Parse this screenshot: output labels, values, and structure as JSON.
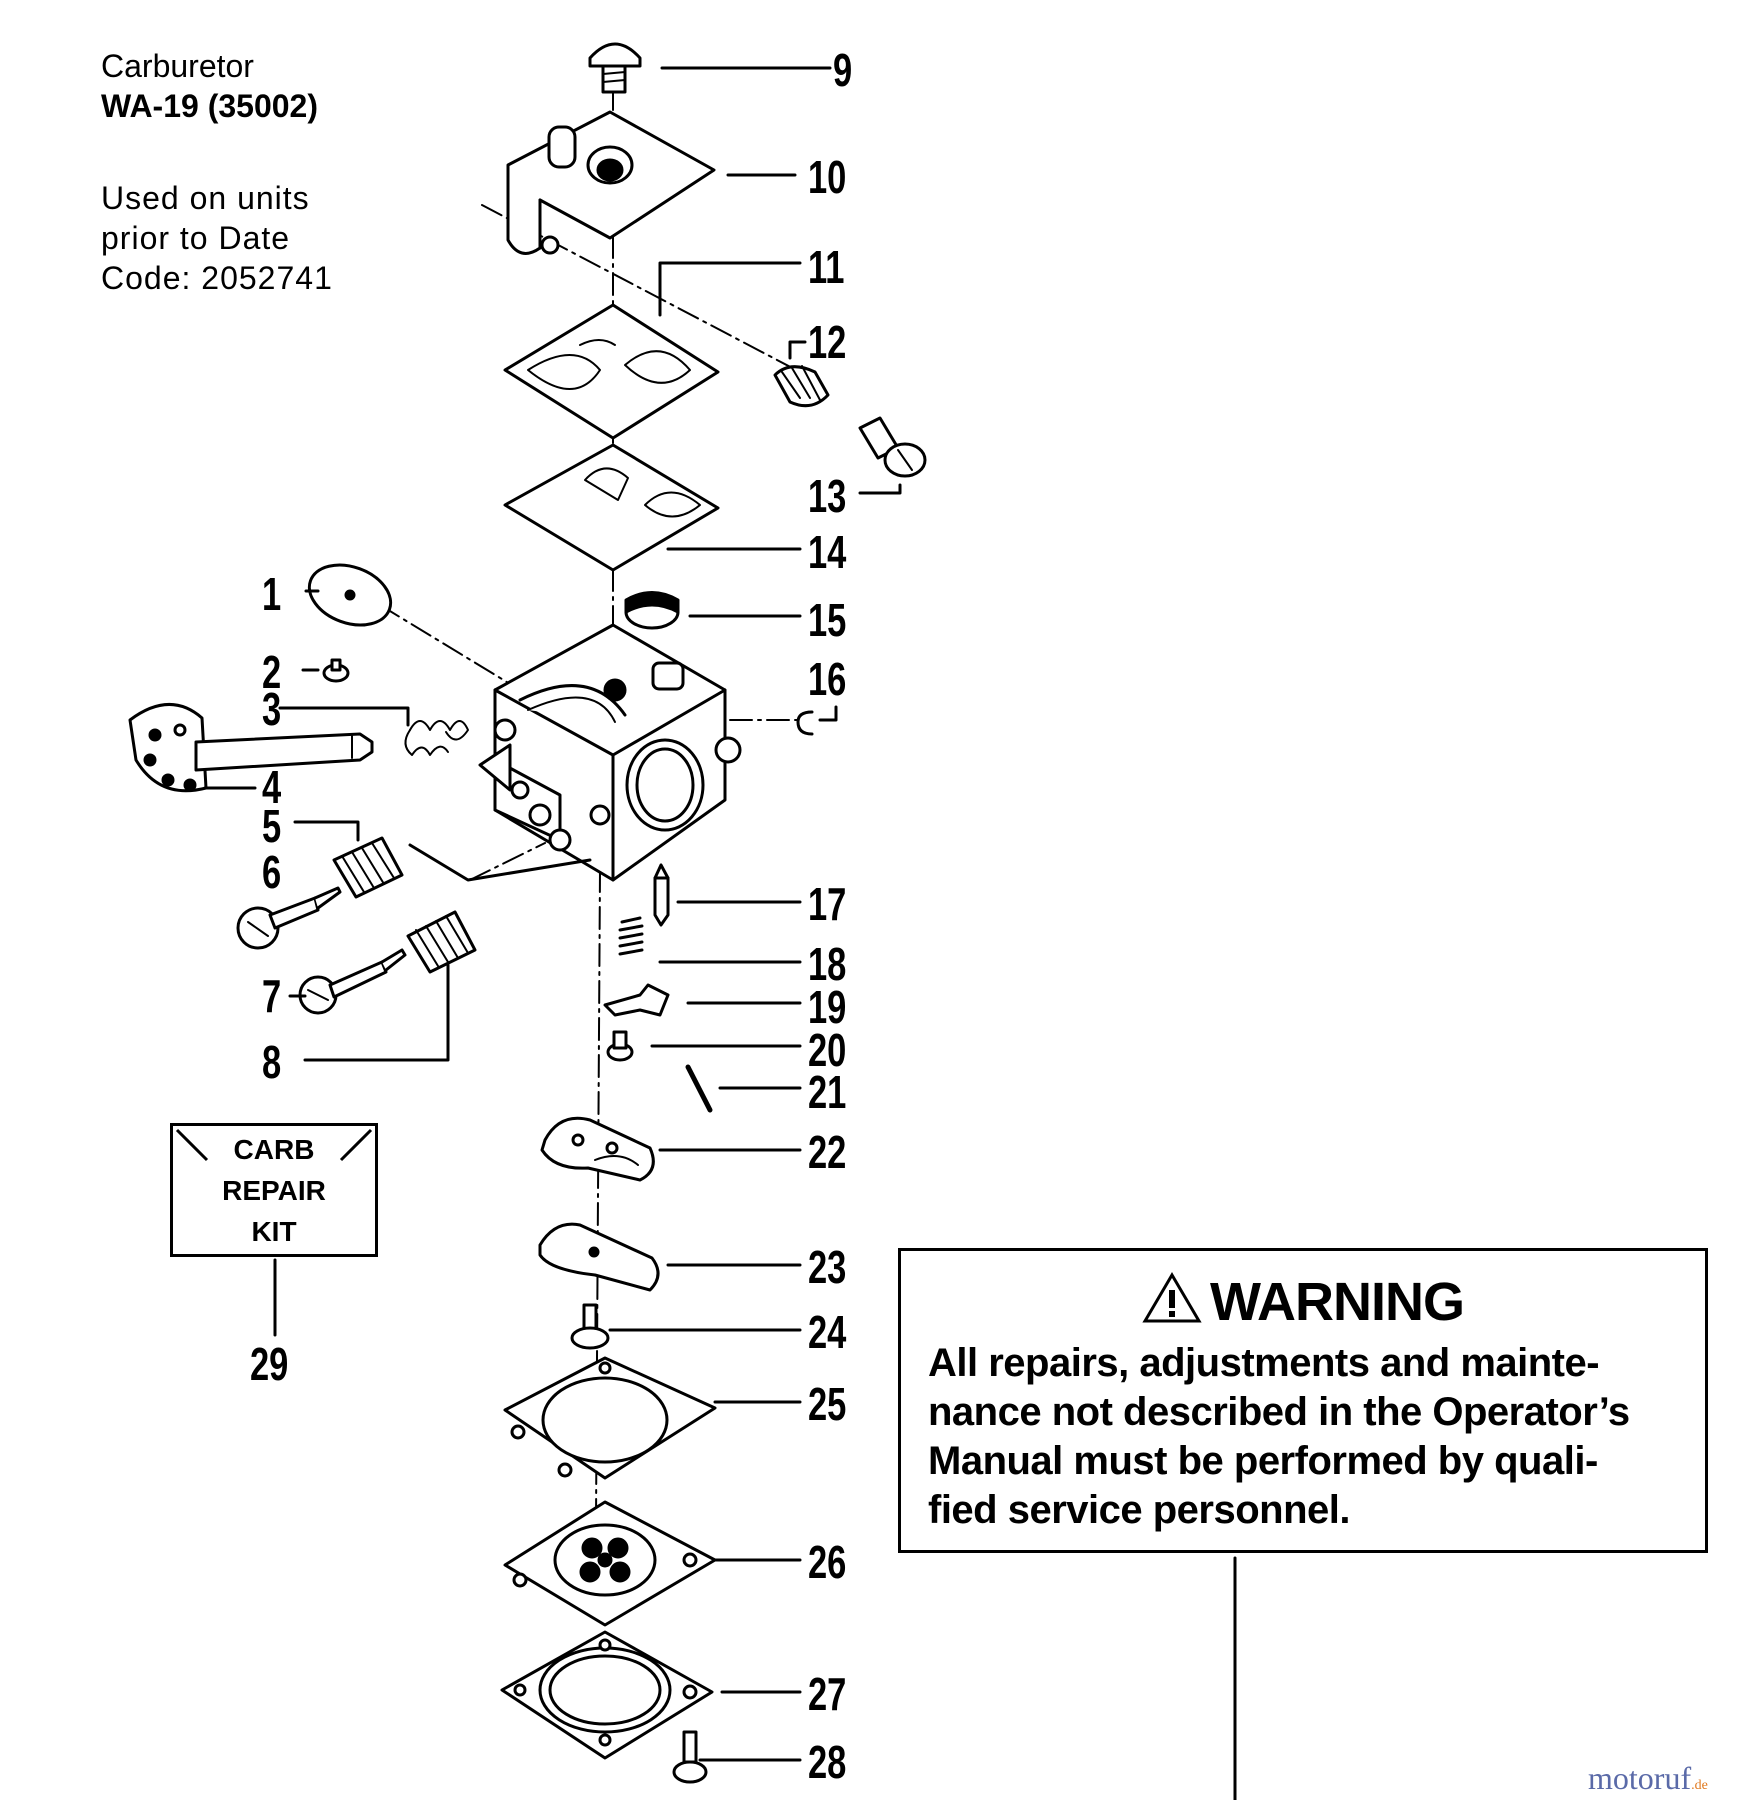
{
  "header": {
    "product": "Carburetor",
    "model": "WA-19 (35002)",
    "usage_lines": [
      "Used on units",
      "prior to Date",
      "Code: 2052741"
    ]
  },
  "callouts": [
    "1",
    "2",
    "3",
    "4",
    "5",
    "6",
    "7",
    "8",
    "9",
    "10",
    "11",
    "12",
    "13",
    "14",
    "15",
    "16",
    "17",
    "18",
    "19",
    "20",
    "21",
    "22",
    "23",
    "24",
    "25",
    "26",
    "27",
    "28",
    "29"
  ],
  "repair_kit": {
    "lines": [
      "CARB",
      "REPAIR",
      "KIT"
    ],
    "number": "29"
  },
  "warning": {
    "title": "WARNING",
    "lines": [
      "All repairs, adjustments and mainte-",
      "nance not described in the Operator’s",
      "Manual must be performed by quali-",
      "fied service personnel."
    ]
  },
  "watermark": {
    "name": "motoruf",
    "tld": ".de"
  }
}
